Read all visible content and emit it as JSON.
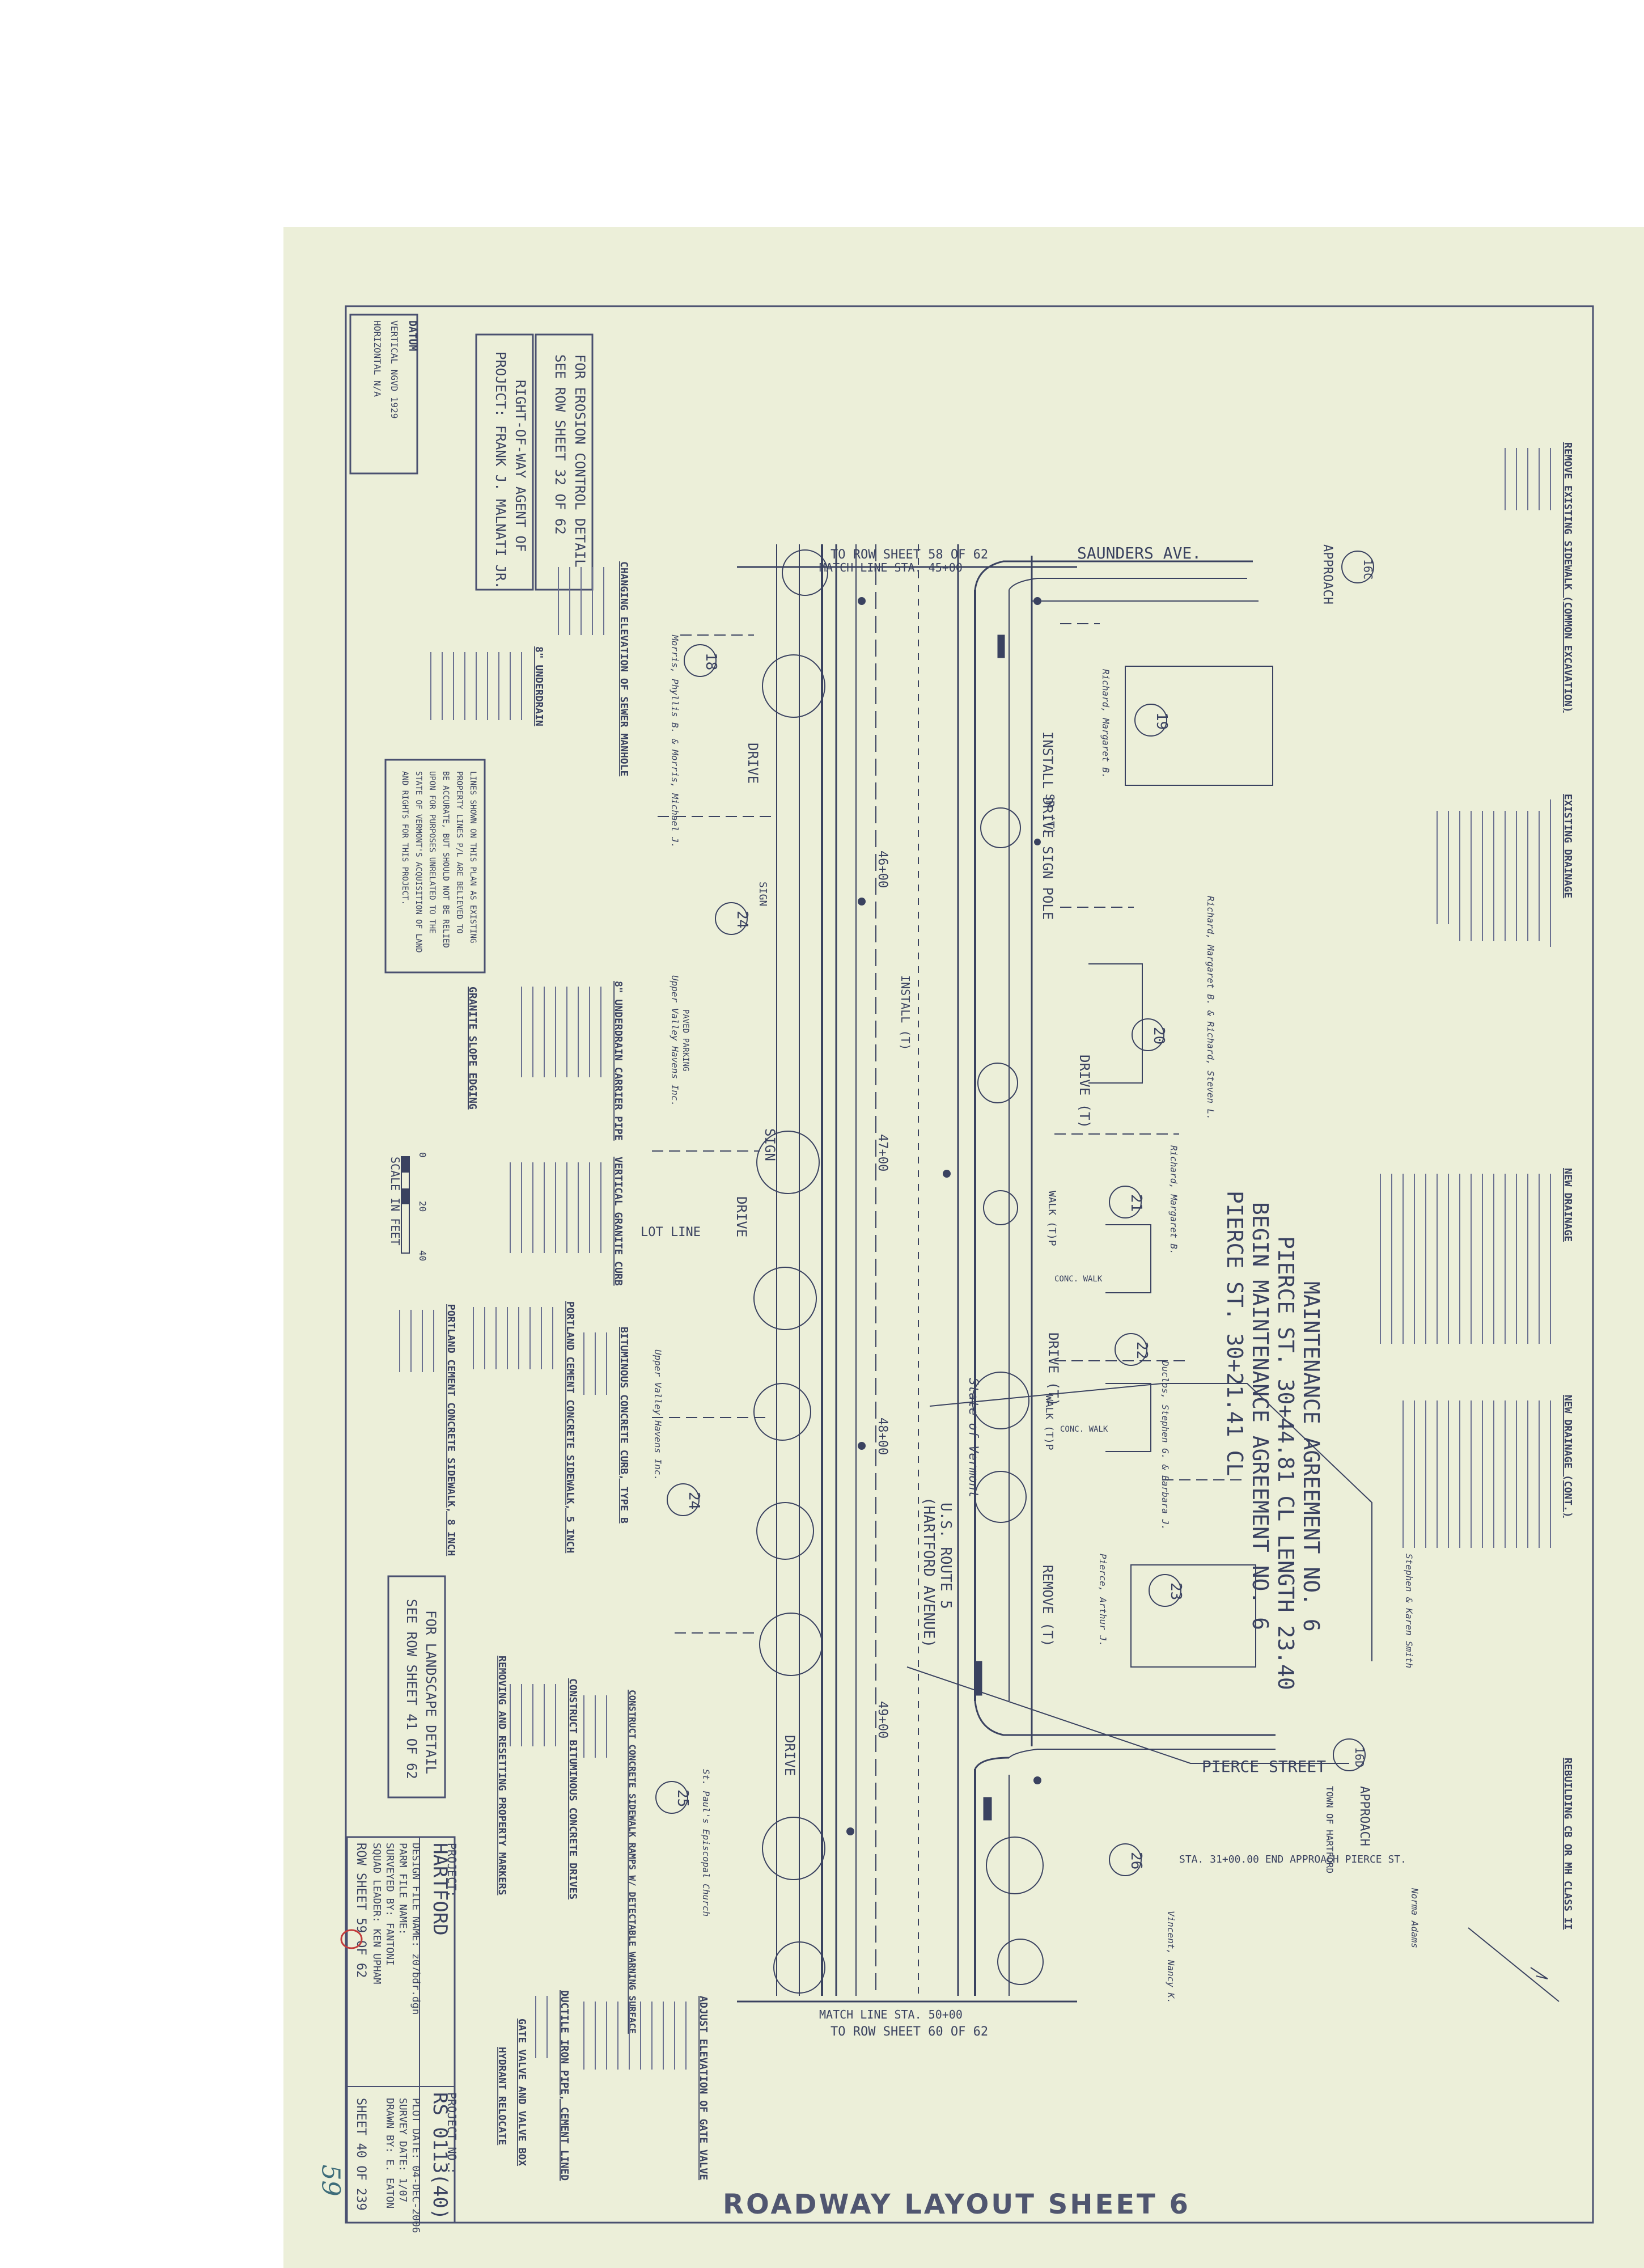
{
  "sheet_title": "ROADWAY LAYOUT SHEET 6",
  "handwritten_page": "59",
  "datum": {
    "heading": "DATUM",
    "vertical": "VERTICAL   NGVD 1929",
    "horizontal": "HORIZONTAL  N/A"
  },
  "notes": {
    "erosion": [
      "FOR EROSION CONTROL DETAIL",
      "SEE ROW SHEET 32 OF 62"
    ],
    "row_agent": [
      "RIGHT-OF-WAY AGENT OF",
      "PROJECT: FRANK J. MALNATI JR."
    ],
    "landscape": [
      "FOR LANDSCAPE DETAIL",
      "SEE ROW SHEET 41 OF 62"
    ],
    "property_lines": [
      "LINES SHOWN ON THIS PLAN AS EXISTING",
      "PROPERTY LINES P/L ARE BELIEVED TO",
      "BE ACCURATE, BUT SHOULD NOT BE RELIED",
      "UPON FOR PURPOSES UNRELATED TO THE",
      "STATE OF VERMONT'S ACQUISITION OF LAND",
      "AND RIGHTS FOR THIS PROJECT."
    ]
  },
  "legend_headings": {
    "remove_sidewalk": "REMOVE EXISTING SIDEWALK (COMMON EXCAVATION)",
    "existing_drainage": "EXISTING DRAINAGE",
    "new_drainage": "NEW DRAINAGE",
    "new_drainage_cont": "NEW DRAINAGE (CONT.)",
    "rebuild_cb": "REBUILDING CB OR MH CLASS II",
    "sewer_manhole": "CHANGING ELEVATION OF SEWER MANHOLE",
    "underdrain": "8\" UNDERDRAIN",
    "underdrain_carrier": "8\" UNDERDRAIN CARRIER PIPE",
    "granite_slope": "GRANITE SLOPE EDGING",
    "vertical_curb": "VERTICAL GRANITE CURB",
    "bit_curb": "BITUMINOUS CONCRETE CURB, TYPE B",
    "pcc_5": "PORTLAND CEMENT CONCRETE SIDEWALK, 5 INCH",
    "pcc_8": "PORTLAND CEMENT CONCRETE SIDEWALK, 8 INCH",
    "ramps": "CONSTRUCT CONCRETE SIDEWALK RAMPS W/ DETECTABLE WARNING SURFACE",
    "bit_drives": "CONSTRUCT BITUMINOUS CONCRETE DRIVES",
    "markers": "REMOVING AND RESETTING PROPERTY MARKERS",
    "ductile": "DUCTILE IRON PIPE, CEMENT LINED",
    "gate_box": "GATE VALVE AND VALVE BOX",
    "hydrant": "HYDRANT RELOCATE",
    "adjust_gate": "ADJUST ELEVATION OF GATE VALVE"
  },
  "scale": {
    "label": "SCALE IN FEET",
    "ticks": [
      "0",
      "20",
      "40"
    ]
  },
  "maintenance": {
    "line1": "MAINTENANCE AGREEMENT NO. 6",
    "line2": "PIERCE ST. 30+44.81 CL LENGTH 23.40",
    "line3": "BEGIN MAINTENANCE AGREEMENT NO. 6",
    "line4": "PIERCE ST. 30+21.41 CL"
  },
  "match_lines": {
    "top_ref": "TO ROW SHEET 58 OF 62",
    "top_sta": "MATCH LINE    STA. 45+00",
    "bottom_sta": "MATCH LINE    STA. 50+00",
    "bottom_ref": "TO ROW SHEET 60 OF 62"
  },
  "stations": [
    "46+00",
    "47+00",
    "48+00",
    "49+00"
  ],
  "streets": {
    "saunders": "SAUNDERS AVE.",
    "pierce": "PIERCE STREET",
    "route5": "U.S. ROUTE 5",
    "hartford_ave": "(HARTFORD AVENUE)",
    "state": "State of Vermont",
    "approach1": "APPROACH",
    "approach2": "APPROACH",
    "town": "TOWN OF HARTFORD",
    "end_approach": "STA. 31+00.00 END APPROACH PIERCE ST."
  },
  "parcels": [
    "18",
    "19",
    "20",
    "21",
    "22",
    "23",
    "24",
    "24",
    "25",
    "26",
    "16C",
    "16D"
  ],
  "owners": [
    "Morris, Phyllis B. & Morris, Michael J.",
    "Richard, Margaret B.",
    "Richard, Margaret B. & Richard, Steven L.",
    "Richard, Margaret B.",
    "Duclos, Stephen G. & Barbara J.",
    "Pierce, Arthur J.",
    "Upper Valley Havens Inc.",
    "Upper Valley Havens Inc.",
    "St. Paul's Episcopal Church",
    "Vincent, Nancy K.",
    "Stephen & Karen Smith",
    "Norma Adams"
  ],
  "labels": {
    "install_drive_sign": "INSTALL DRIVE SIGN POLE",
    "install": "INSTALL (T)",
    "remove": "REMOVE (T)",
    "drive": "DRIVE (T)",
    "drive2": "DRIVE",
    "walk": "WALK (T)P",
    "sign": "SIGN",
    "lot_line": "LOT LINE",
    "paved_parking": "PAVED PARKING",
    "conc_walk": "CONC. WALK",
    "sr": "SR (T)",
    "sign2": "SIGN"
  },
  "title_block": {
    "project_label": "PROJECT:",
    "project_name": "HARTFORD",
    "project_no_label": "PROJECT NO.:",
    "project_no": "RS 0113(40)",
    "design_file": "DESIGN FILE NAME: z07bdr.dgn",
    "plot_date": "PLOT DATE: 04-DEC-2006",
    "parm_file": "PARM FILE NAME:",
    "surveyed_by": "SURVEYED BY: FANTONI",
    "survey_date": "SURVEY DATE: 1/07",
    "squad_leader": "SQUAD LEADER: KEN UPHAM",
    "drawn_by": "DRAWN BY: E. EATON",
    "row_sheet": "ROW SHEET 59 OF 62",
    "sheet_count": "SHEET 40 OF 239"
  },
  "colors": {
    "paper": "#ecefd9",
    "ink": "#3a4260",
    "hand": "#3d6c7a",
    "circle": "#c23a3a"
  }
}
